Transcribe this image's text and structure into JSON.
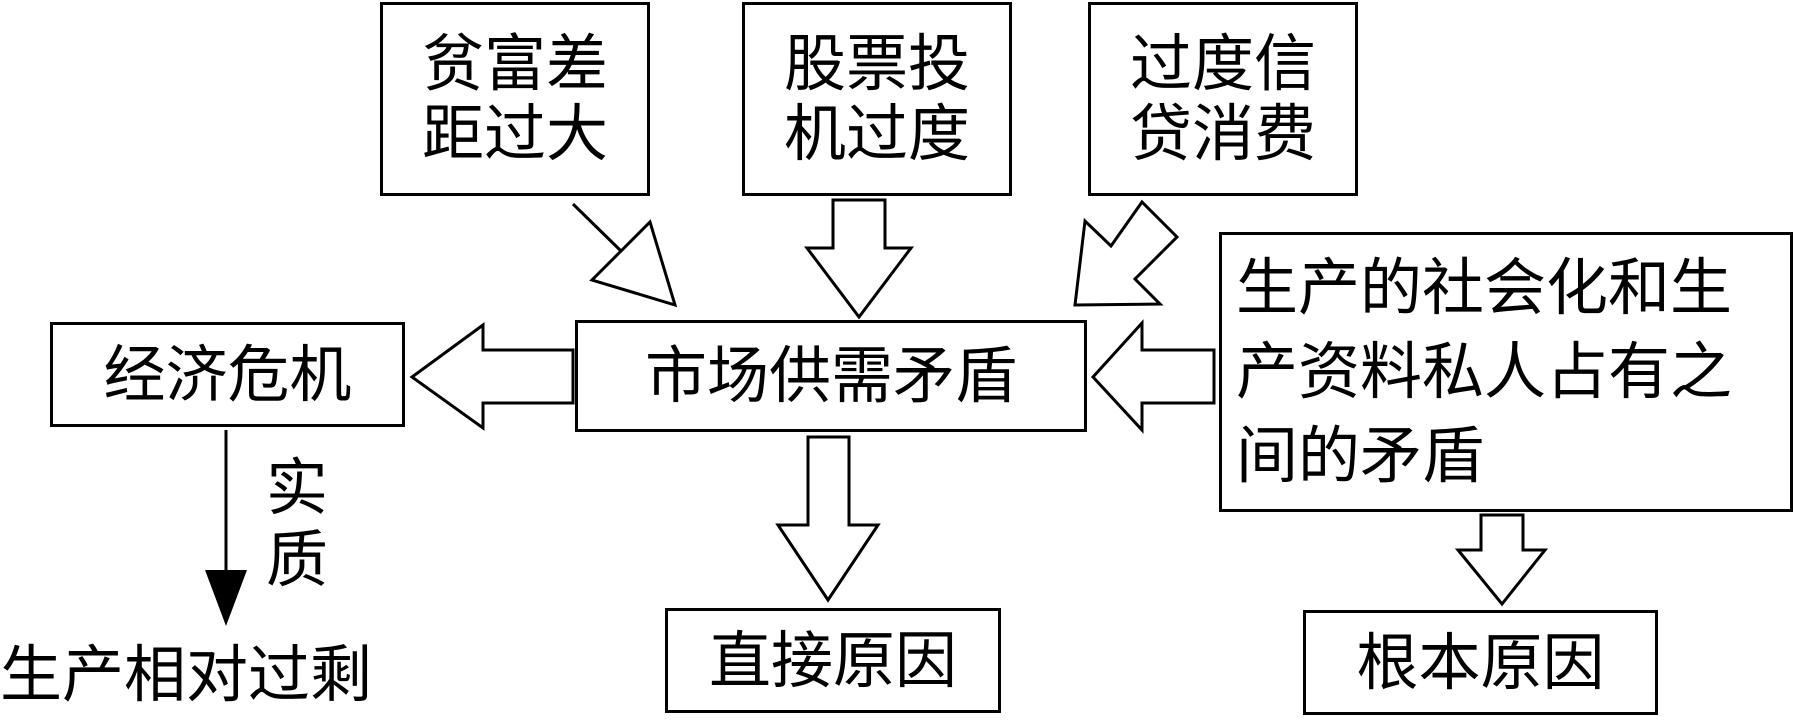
{
  "nodes": {
    "poverty_gap": "贫富差距过大",
    "stock_speculation": "股票投机过度",
    "credit_consumption": "过度信贷消费",
    "market_contradiction": "市场供需矛盾",
    "economic_crisis": "经济危机",
    "fundamental_contradiction": "生产的社会化和生产资料私人占有之间的矛盾",
    "overproduction": "生产相对过剩",
    "direct_cause": "直接原因",
    "root_cause": "根本原因"
  },
  "labels": {
    "essence": "实质"
  }
}
